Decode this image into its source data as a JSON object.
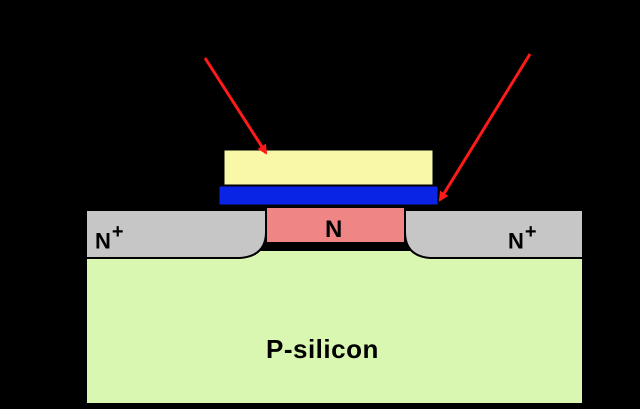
{
  "labels": {
    "source": {
      "base": "N",
      "sup": "+"
    },
    "channel": "N",
    "drain": {
      "base": "N",
      "sup": "+"
    },
    "substrate": "P-silicon"
  },
  "colors": {
    "background": "#000000",
    "substrate": "#d9f7b0",
    "diffusion": "#c6c6c6",
    "channel": "#f08585",
    "oxide": "#0a24e6",
    "gate": "#f8f8a6",
    "arrow": "#ff1a1a",
    "outline": "#000000"
  }
}
